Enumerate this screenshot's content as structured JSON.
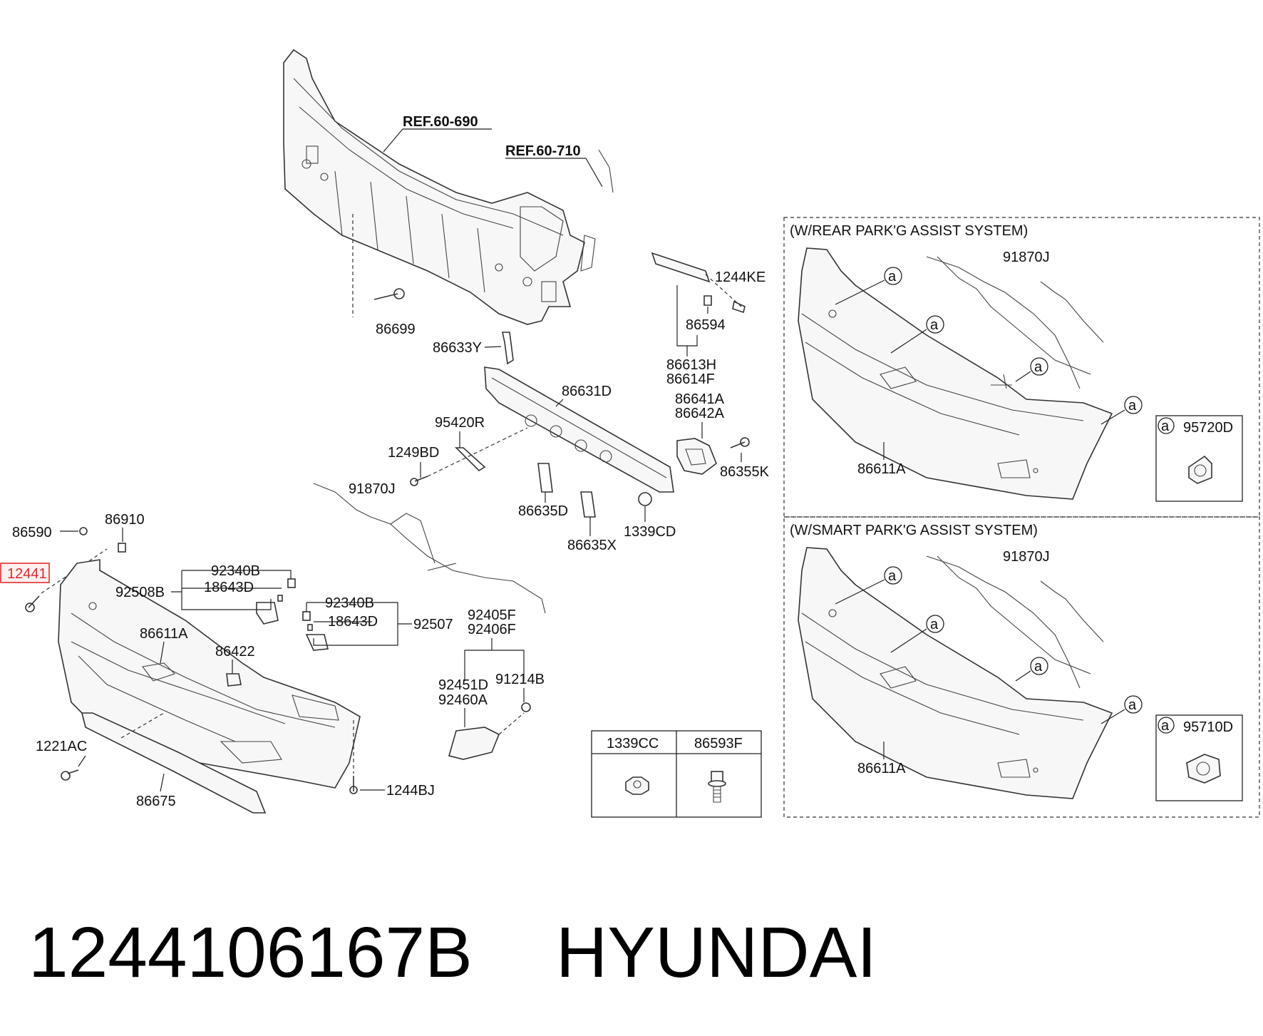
{
  "refs": {
    "ref1": "REF.60-690",
    "ref2": "REF.60-710"
  },
  "sections": {
    "rear": "(W/REAR PARK'G ASSIST SYSTEM)",
    "smart": "(W/SMART PARK'G ASSIST SYSTEM)"
  },
  "labels": {
    "p1244KE": "1244KE",
    "p86594": "86594",
    "p86699": "86699",
    "p86633Y": "86633Y",
    "p86613H": "86613H",
    "p86614F": "86614F",
    "p86631D": "86631D",
    "p86641A": "86641A",
    "p86642A": "86642A",
    "p95420R": "95420R",
    "p1249BD": "1249BD",
    "p86355K": "86355K",
    "p91870J_main": "91870J",
    "p86635D": "86635D",
    "p86590": "86590",
    "p86910": "86910",
    "p1339CD": "1339CD",
    "p86635X": "86635X",
    "p12441": "12441",
    "p92340B_a": "92340B",
    "p92508B": "92508B",
    "p18643D_a": "18643D",
    "p92340B_b": "92340B",
    "p18643D_b": "18643D",
    "p92507": "92507",
    "p92405F": "92405F",
    "p92406F": "92406F",
    "p86611A_main": "86611A",
    "p86422": "86422",
    "p92451D": "92451D",
    "p92460A": "92460A",
    "p91214B": "91214B",
    "p1221AC": "1221AC",
    "p1244BJ": "1244BJ",
    "p86675": "86675",
    "p91870J_rear": "91870J",
    "p86611A_rear": "86611A",
    "p95720D": "95720D",
    "p91870J_smart": "91870J",
    "p86611A_smart": "86611A",
    "p95710D": "95710D"
  },
  "callout": "a",
  "table": {
    "col1": "1339CC",
    "col2": "86593F"
  },
  "footer": {
    "part_number": "1244106167B",
    "brand": "HYUNDAI"
  }
}
